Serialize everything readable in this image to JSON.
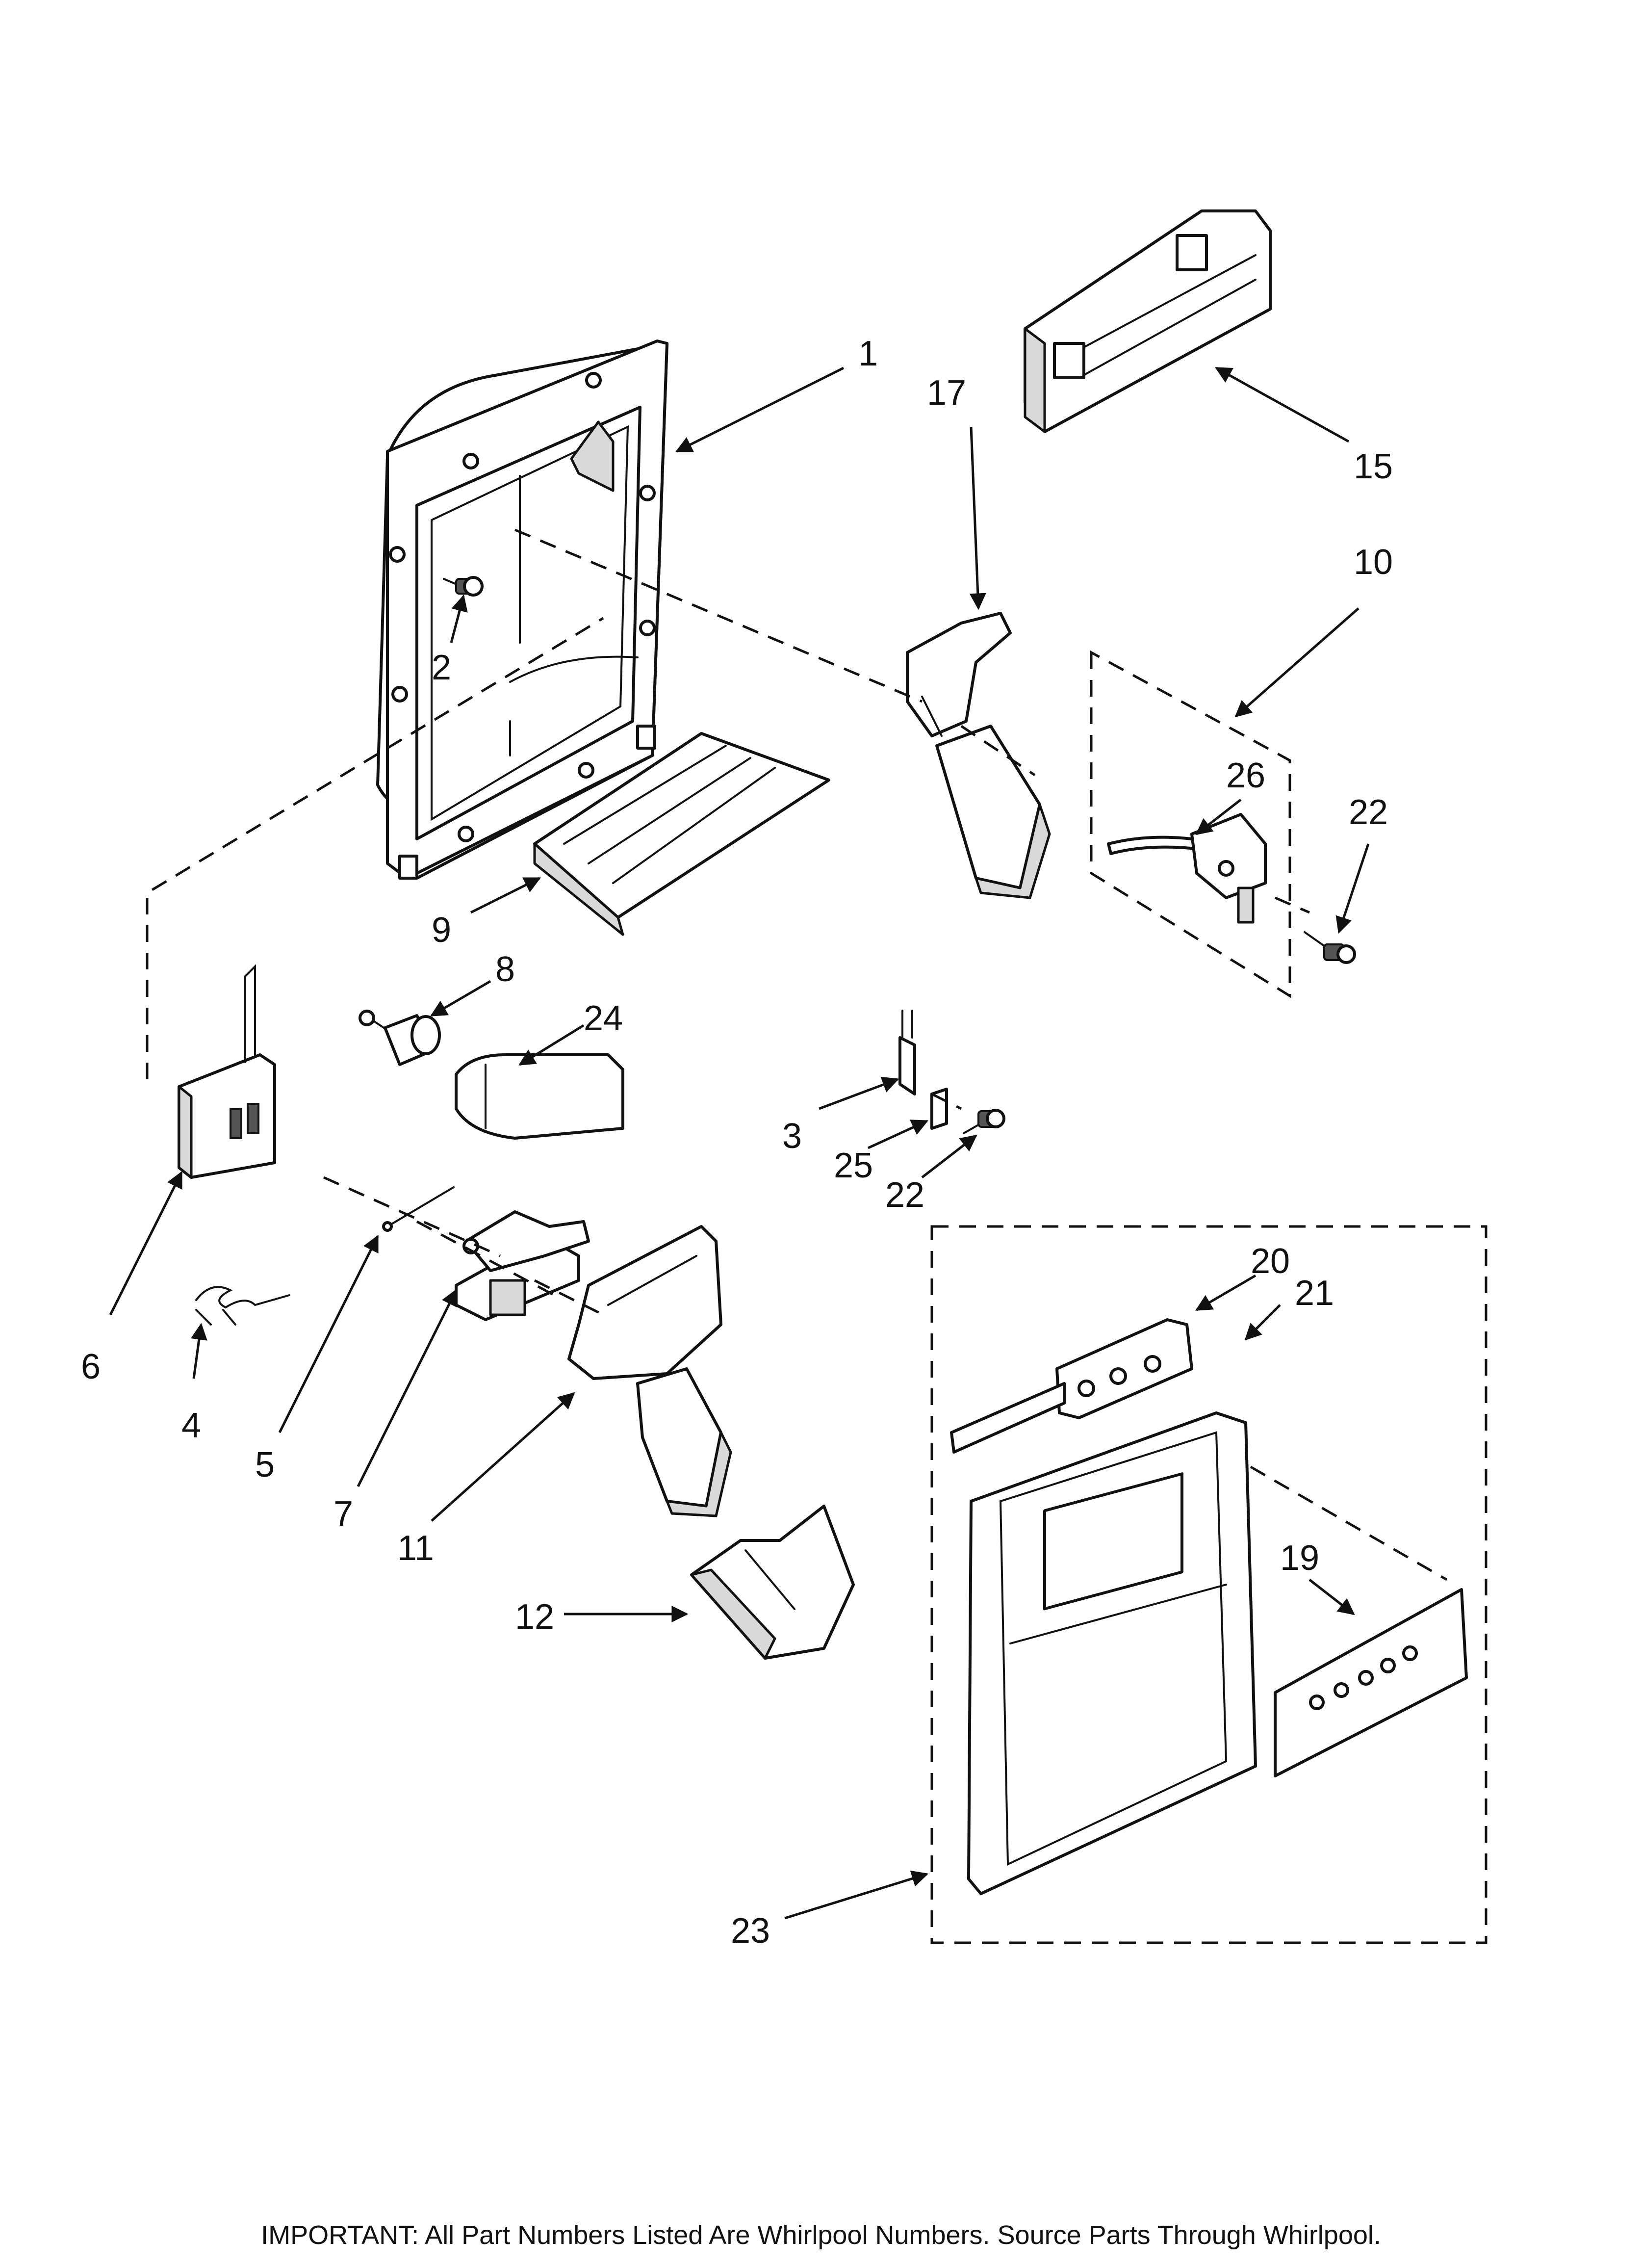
{
  "callouts": {
    "c1": "1",
    "c2": "2",
    "c3": "3",
    "c4": "4",
    "c5": "5",
    "c6": "6",
    "c7": "7",
    "c8": "8",
    "c9": "9",
    "c10": "10",
    "c11": "11",
    "c12": "12",
    "c15": "15",
    "c17": "17",
    "c19": "19",
    "c20": "20",
    "c21": "21",
    "c22a": "22",
    "c22b": "22",
    "c23": "23",
    "c24": "24",
    "c25": "25",
    "c26": "26"
  },
  "footer": {
    "note": "IMPORTANT: All Part Numbers Listed Are Whirlpool Numbers. Source Parts Through Whirlpool."
  }
}
